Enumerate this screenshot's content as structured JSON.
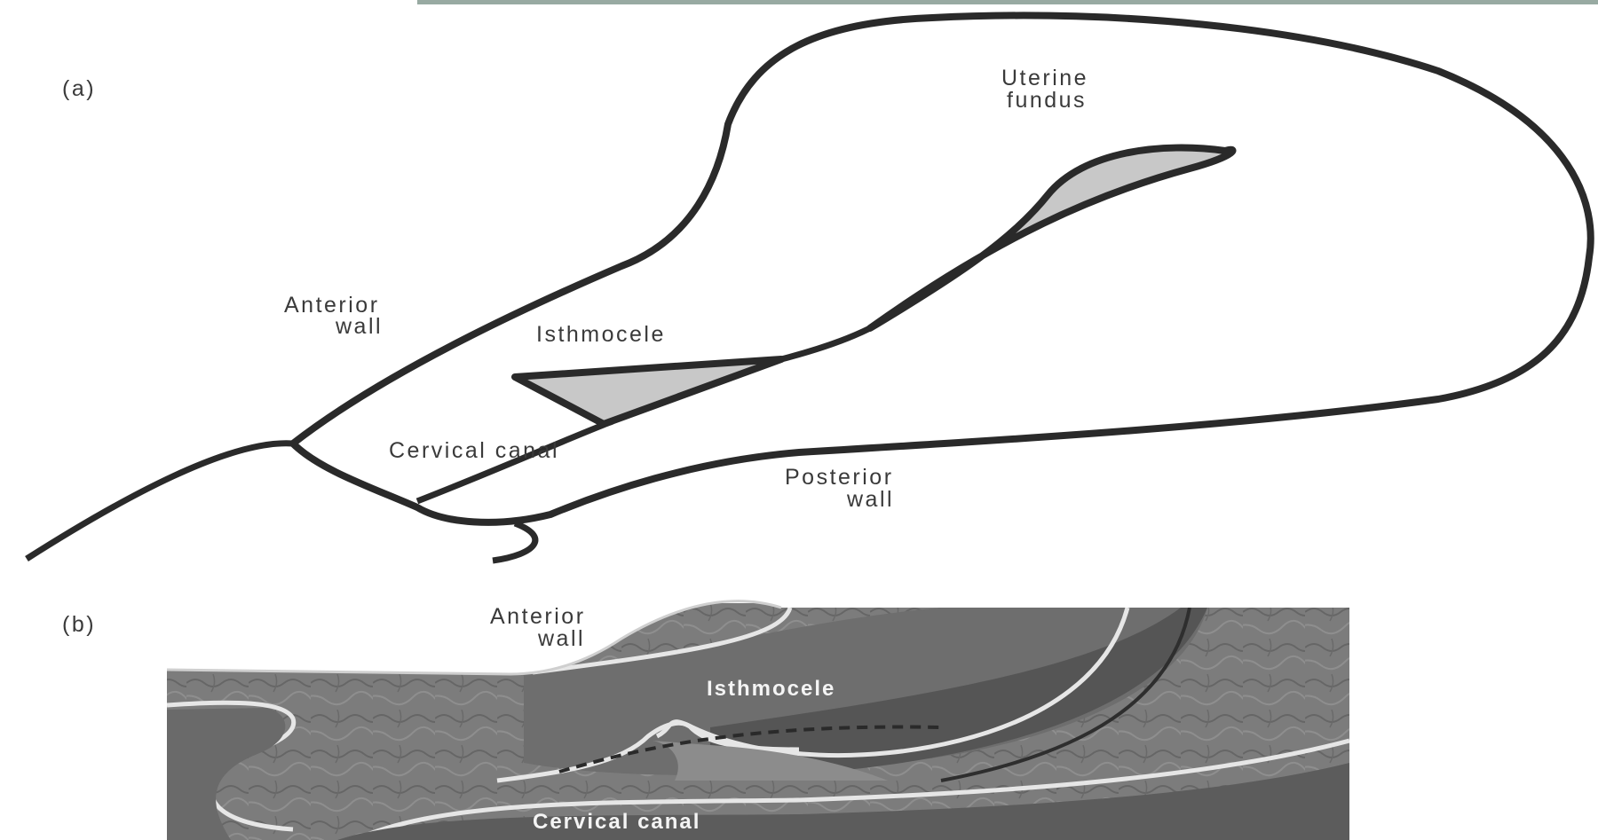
{
  "panel_a": {
    "tag": "(a)",
    "labels": {
      "uterine_fundus_1": "Uterine",
      "uterine_fundus_2": "fundus",
      "anterior_wall_1": "Anterior",
      "anterior_wall_2": "wall",
      "isthmocele": "Isthmocele",
      "cervical_canal": "Cervical canal",
      "posterior_wall_1": "Posterior",
      "posterior_wall_2": "wall"
    }
  },
  "panel_b": {
    "tag": "(b)",
    "labels": {
      "anterior_wall_1": "Anterior",
      "anterior_wall_2": "wall",
      "isthmocele": "Isthmocele",
      "cervical_canal": "Cervical canal"
    }
  },
  "colors": {
    "outline": "#2a2a2a",
    "cavity_fill": "#c8c8c8",
    "tissue": "#7c7c7c",
    "tissue_dark": "#555555",
    "lining": "#e6e6e6",
    "accent_bar": "#98aaa2"
  }
}
